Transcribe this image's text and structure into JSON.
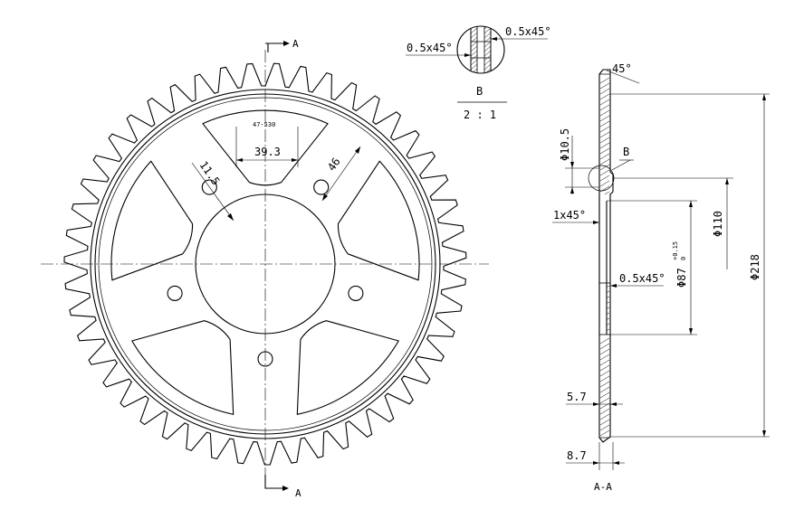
{
  "drawing": {
    "section_labels": {
      "top": "A",
      "bottom": "A",
      "section_view": "A-A"
    },
    "part_marking": "47-530",
    "front_view_dims": {
      "slot_width": "39.3",
      "rib_width": "46",
      "bolt_offset": "11.5"
    },
    "detail_view": {
      "label": "B",
      "scale": "2 : 1",
      "chamfer_left": "0.5x45°",
      "chamfer_right": "0.5x45°"
    },
    "section_view_dims": {
      "top_chamfer": "45°",
      "detail_ref": "B",
      "bolt_hole_dia": "Φ10.5",
      "bore_chamfer": "1x45°",
      "hub_chamfer": "0.5x45°",
      "bolt_circle": "Φ110",
      "bore_dia": "Φ87",
      "bore_tol_upper": "+0.15",
      "bore_tol_lower": "0",
      "outer_dia": "Φ218",
      "hub_thickness": "5.7",
      "total_thickness": "8.7"
    }
  }
}
